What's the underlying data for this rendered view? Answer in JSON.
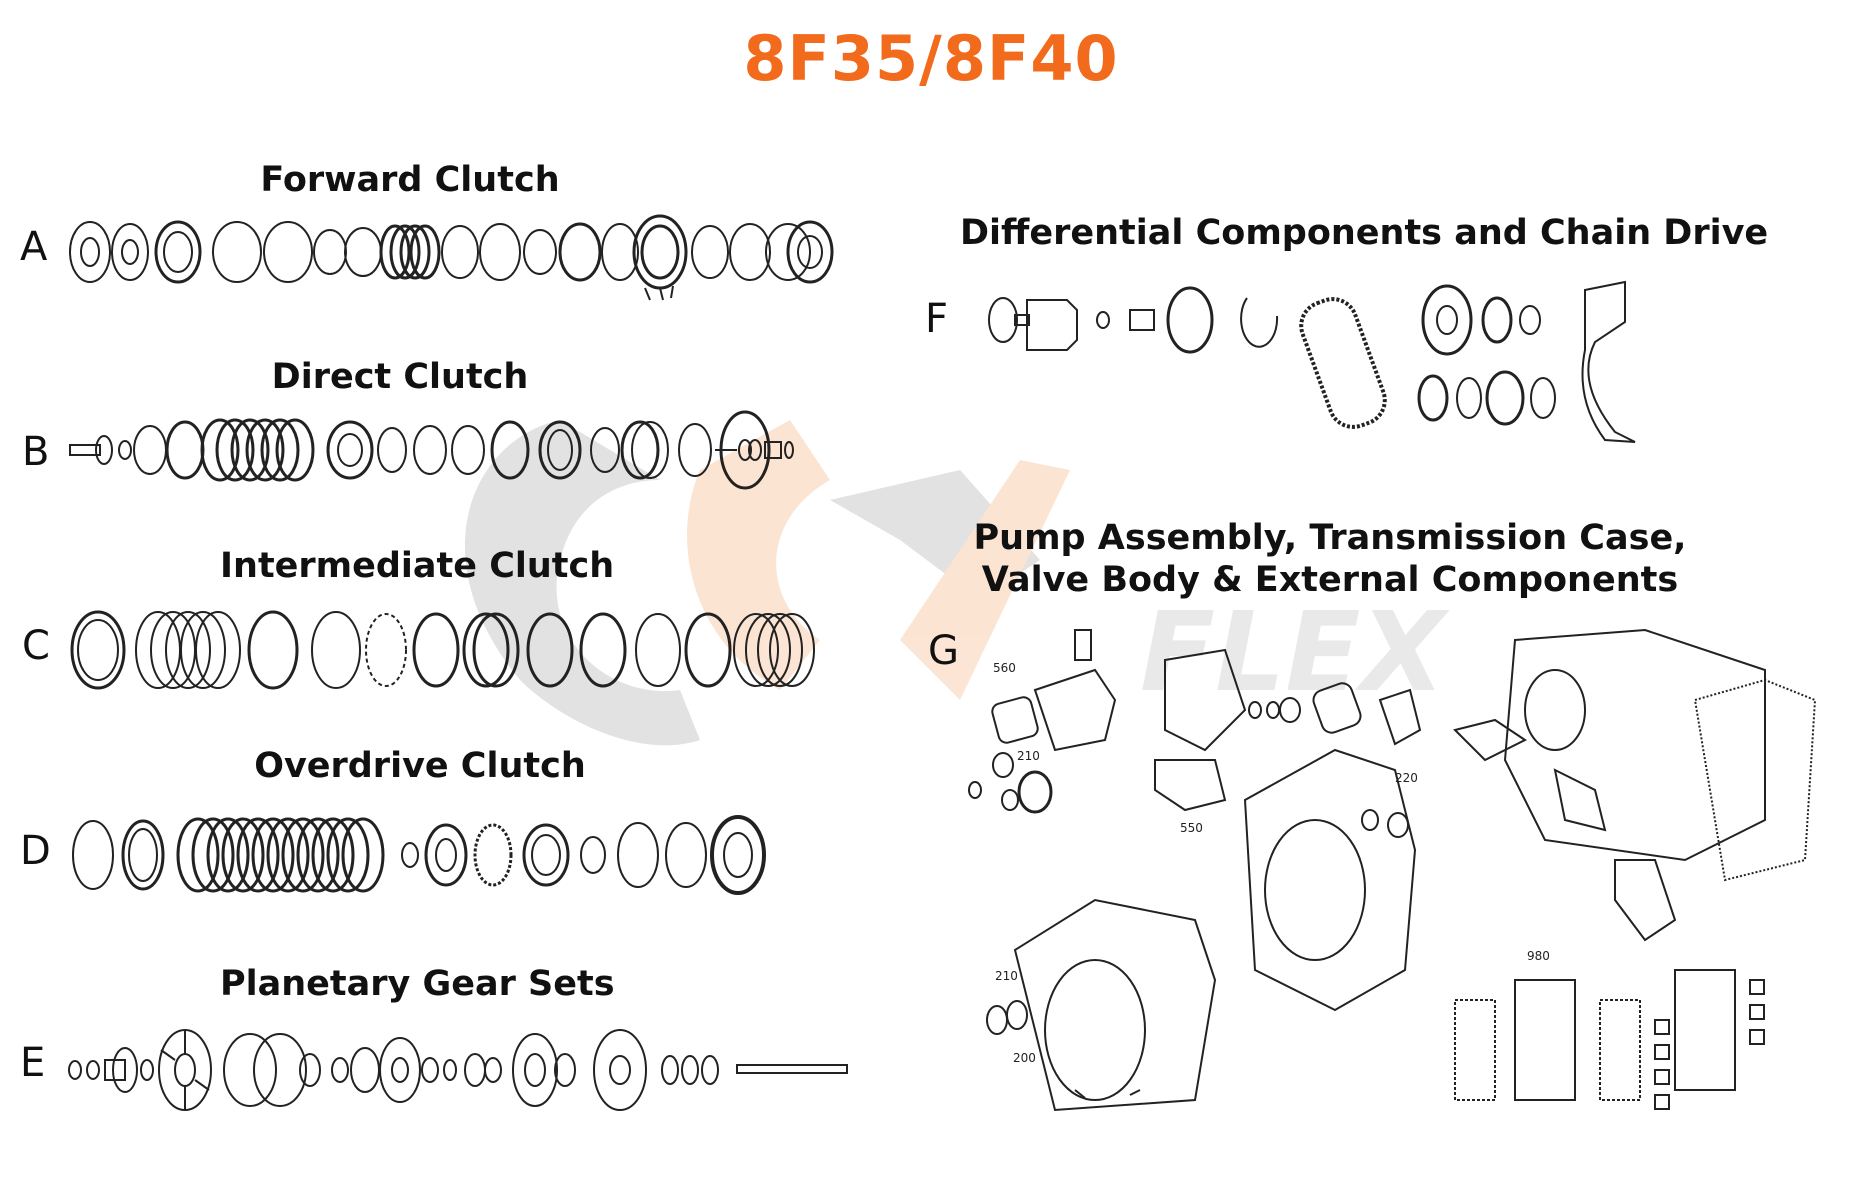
{
  "title": "8F35/8F40",
  "brand_color": "#f26a1b",
  "watermark": {
    "text": "FLEX",
    "color_gray": "#9e9e9e",
    "color_orange": "#f5a96a"
  },
  "sections": [
    {
      "letter": "A",
      "title": "Forward Clutch"
    },
    {
      "letter": "B",
      "title": "Direct Clutch"
    },
    {
      "letter": "C",
      "title": "Intermediate Clutch"
    },
    {
      "letter": "D",
      "title": "Overdrive Clutch"
    },
    {
      "letter": "E",
      "title": "Planetary Gear Sets"
    },
    {
      "letter": "F",
      "title": "Differential Components and Chain Drive"
    },
    {
      "letter": "G",
      "title_line1": "Pump Assembly, Transmission Case,",
      "title_line2": "Valve Body & External Components"
    }
  ],
  "callouts": {
    "n560": "560",
    "n210a": "210",
    "n550": "550",
    "n220": "220",
    "n980": "980",
    "n210b": "210",
    "n200": "200"
  }
}
